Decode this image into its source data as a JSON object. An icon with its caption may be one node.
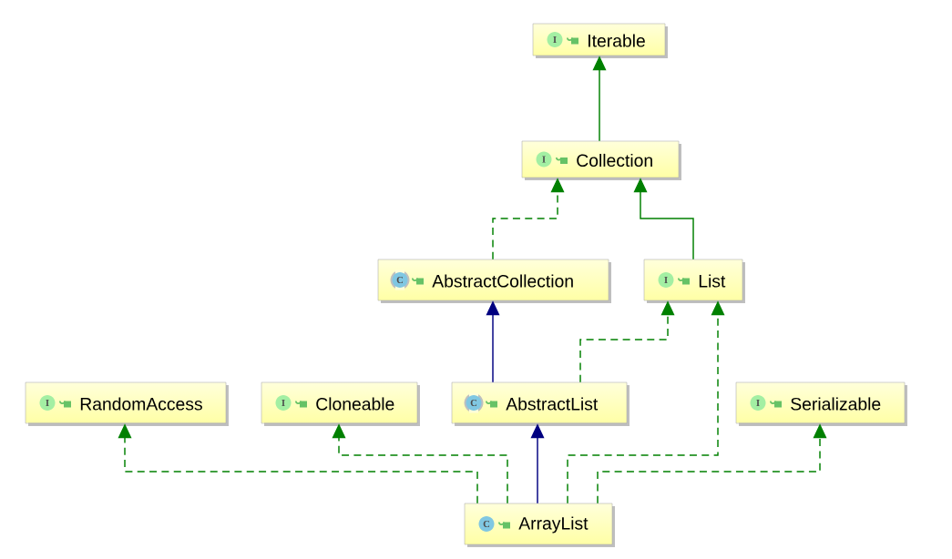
{
  "diagram": {
    "nodes": [
      {
        "text": [
          "I",
          "Iterable"
        ]
      },
      {
        "text": [
          "I",
          "Collection"
        ]
      },
      {
        "text": [
          "C",
          "AbstractCollection"
        ]
      },
      {
        "text": [
          "I",
          "List"
        ]
      },
      {
        "text": [
          "I",
          "RandomAccess"
        ]
      },
      {
        "text": [
          "I",
          "Cloneable"
        ]
      },
      {
        "text": [
          "C",
          "AbstractList"
        ]
      },
      {
        "text": [
          "I",
          "Serializable"
        ]
      },
      {
        "text": [
          "C",
          "ArrayList"
        ]
      }
    ],
    "edges": [
      {
        "from": 1,
        "to": 0,
        "arrow": "to"
      },
      {
        "from": 2,
        "to": 1,
        "arrow": "to",
        "style": "dashed"
      },
      {
        "from": 3,
        "to": 1,
        "arrow": "to"
      },
      {
        "from": 6,
        "to": 2,
        "arrow": "to",
        "color": "#000080"
      },
      {
        "from": 6,
        "to": 3,
        "arrow": "to",
        "style": "dashed"
      },
      {
        "from": 8,
        "to": 4,
        "arrow": "to",
        "style": "dashed"
      },
      {
        "from": 8,
        "to": 5,
        "arrow": "to",
        "style": "dashed"
      },
      {
        "from": 8,
        "to": 6,
        "arrow": "to",
        "color": "#000080"
      },
      {
        "from": 8,
        "to": 3,
        "arrow": "to",
        "style": "dashed"
      },
      {
        "from": 8,
        "to": 7,
        "arrow": "to",
        "style": "dashed"
      }
    ]
  }
}
